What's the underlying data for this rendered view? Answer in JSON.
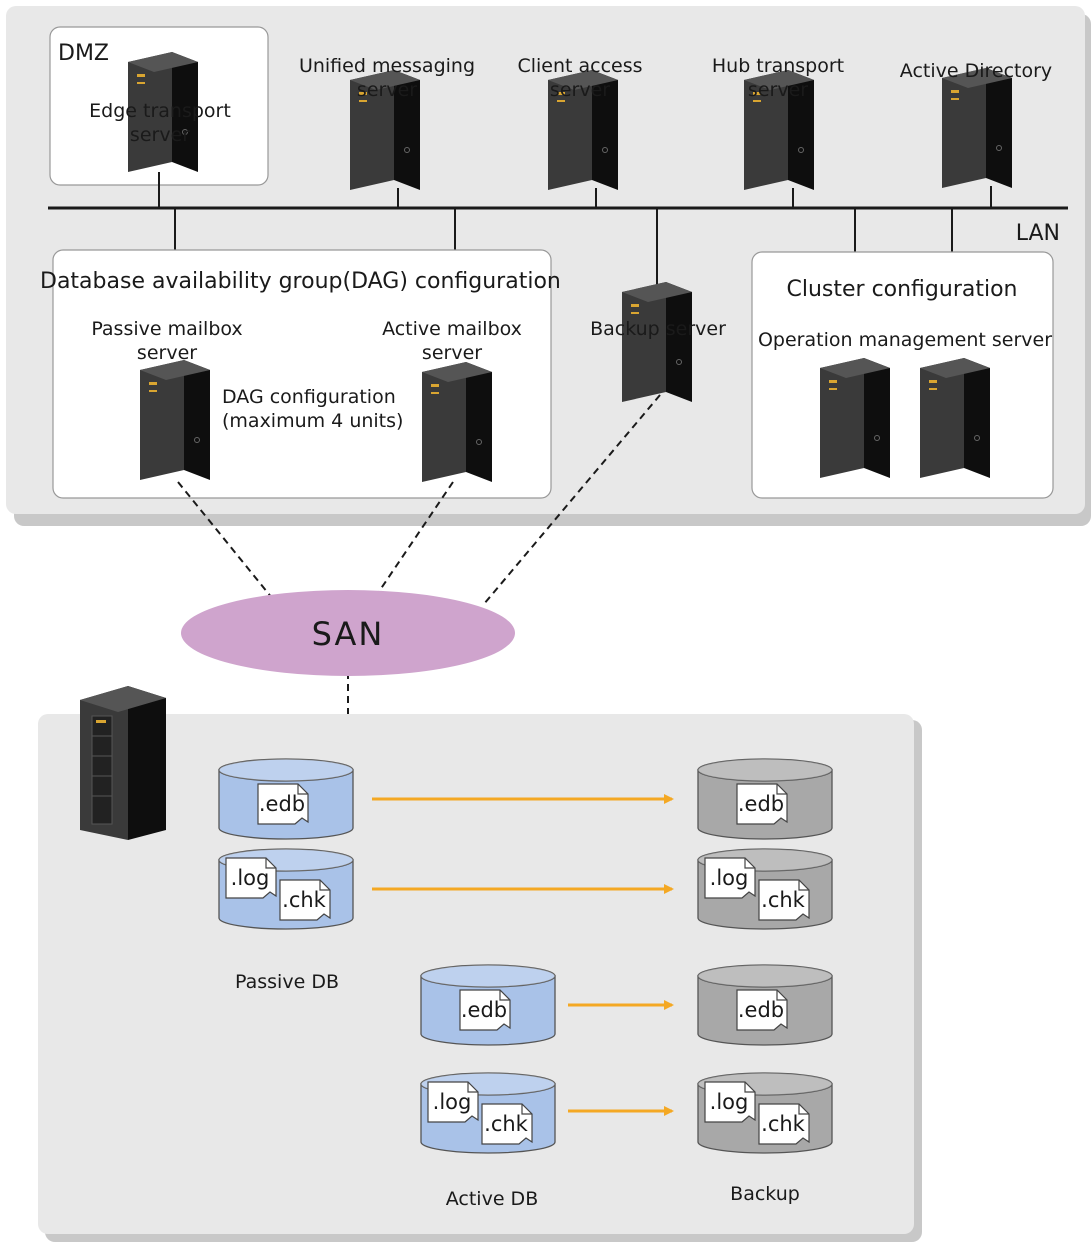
{
  "top_area": {
    "lan_label": "LAN",
    "dmz": {
      "label": "DMZ",
      "server_label": [
        "Edge transport",
        "server"
      ]
    },
    "servers": [
      {
        "id": "unified-messaging",
        "label": [
          "Unified messaging",
          "server"
        ]
      },
      {
        "id": "client-access",
        "label": [
          "Client access",
          "server"
        ]
      },
      {
        "id": "hub-transport",
        "label": [
          "Hub transport",
          "server"
        ]
      },
      {
        "id": "active-directory",
        "label": [
          "Active Directory"
        ]
      }
    ],
    "dag": {
      "title": "Database availability group(DAG) configuration",
      "passive_label": [
        "Passive mailbox",
        "server"
      ],
      "active_label": [
        "Active mailbox",
        "server"
      ],
      "note": [
        "DAG configuration",
        "(maximum 4 units)"
      ]
    },
    "backup_server_label": "Backup server",
    "cluster": {
      "title": "Cluster configuration",
      "server_label": "Operation management server"
    }
  },
  "san_label": "SAN",
  "storage": {
    "passive_db_label": "Passive DB",
    "active_db_label": "Active DB",
    "backup_label": "Backup",
    "file_ext": {
      "edb": ".edb",
      "log": ".log",
      "chk": ".chk"
    }
  },
  "colors": {
    "db_fill": "#a9c2e8",
    "backup_fill": "#a8a8a8",
    "arrow": "#f4a823",
    "san": "#cfa4cd",
    "panel": "#e8e8e8",
    "server": "#141414"
  }
}
